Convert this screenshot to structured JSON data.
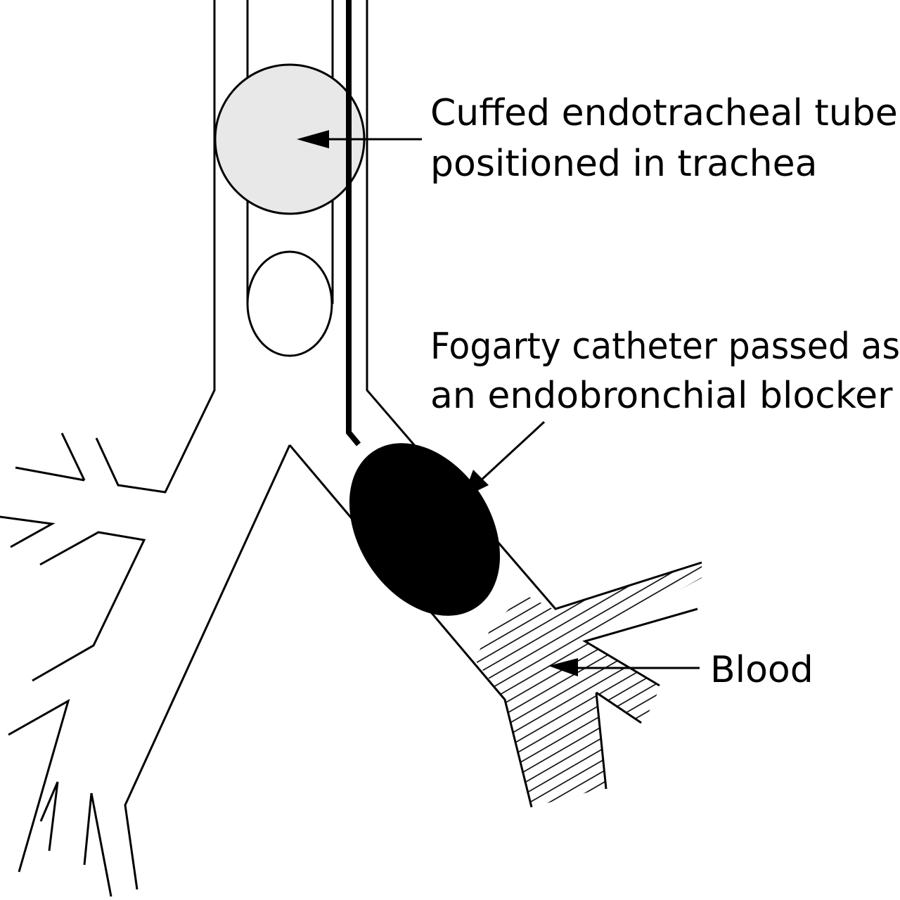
{
  "labels": {
    "tube_line1": "Cuffed endotracheal tube",
    "tube_line2": "positioned in trachea",
    "blocker_line1": "Fogarty catheter passed as",
    "blocker_line2": "an endobronchial blocker",
    "blood": "Blood"
  },
  "colors": {
    "cuff_fill": "#e8e8e8",
    "blocker_fill": "#000000",
    "line": "#000000",
    "background": "#ffffff"
  }
}
